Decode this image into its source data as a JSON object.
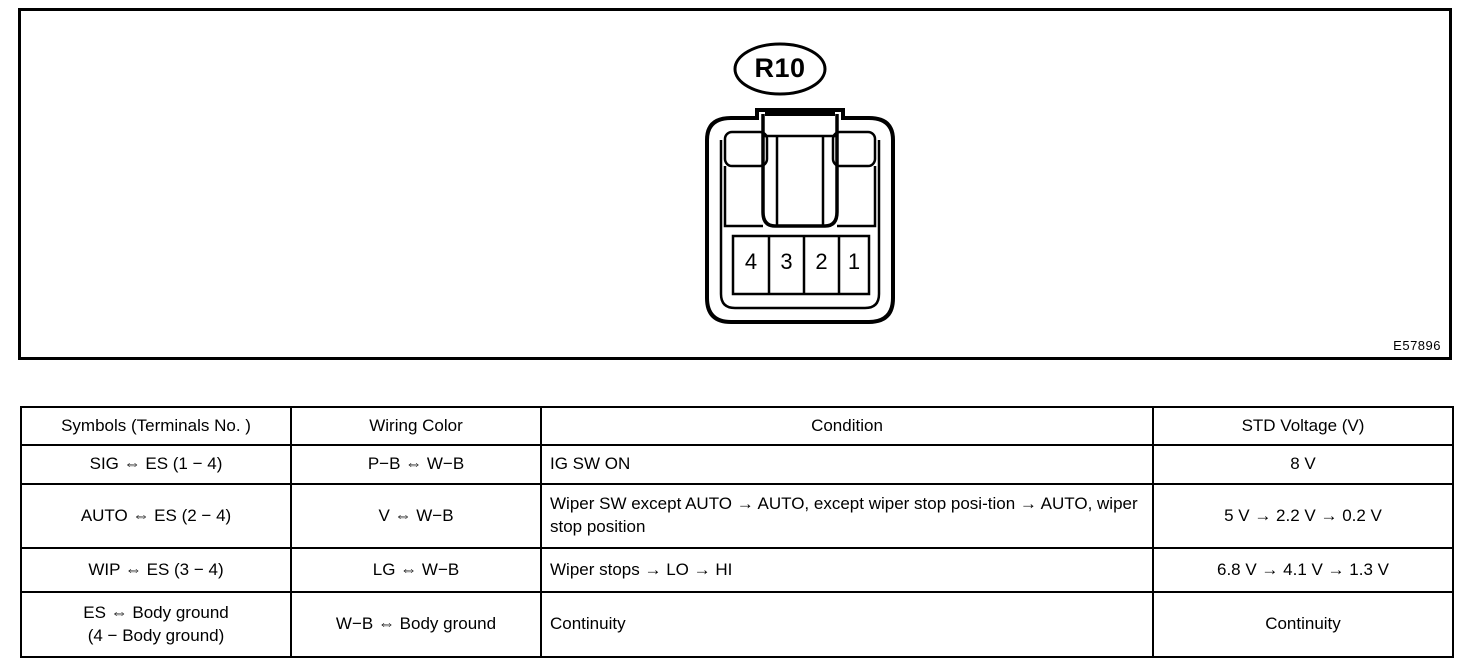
{
  "diagram": {
    "connector_label": "R10",
    "terminal_numbers": [
      "4",
      "3",
      "2",
      "1"
    ],
    "reference_code": "E57896"
  },
  "table": {
    "headers": [
      "Symbols (Terminals No. )",
      "Wiring Color",
      "Condition",
      "STD Voltage (V)"
    ],
    "rows": [
      {
        "symbols": "SIG ⇔ ES (1 − 4)",
        "wiring_color": "P−B ⇔ W−B",
        "condition": "IG SW ON",
        "std_voltage": "8 V"
      },
      {
        "symbols": "AUTO ⇔ ES (2 − 4)",
        "wiring_color": "V ⇔ W−B",
        "condition": "Wiper SW except AUTO → AUTO, except wiper stop posi-tion → AUTO, wiper stop position",
        "std_voltage": "5 V → 2.2 V → 0.2 V"
      },
      {
        "symbols": "WIP ⇔ ES (3 − 4)",
        "wiring_color": "LG ⇔ W−B",
        "condition": "Wiper stops → LO → HI",
        "std_voltage": "6.8 V → 4.1 V → 1.3 V"
      },
      {
        "symbols_line1": "ES ⇔ Body ground",
        "symbols_line2": "(4 − Body ground)",
        "wiring_color": "W−B ⇔ Body ground",
        "condition": "Continuity",
        "std_voltage": "Continuity"
      }
    ]
  }
}
